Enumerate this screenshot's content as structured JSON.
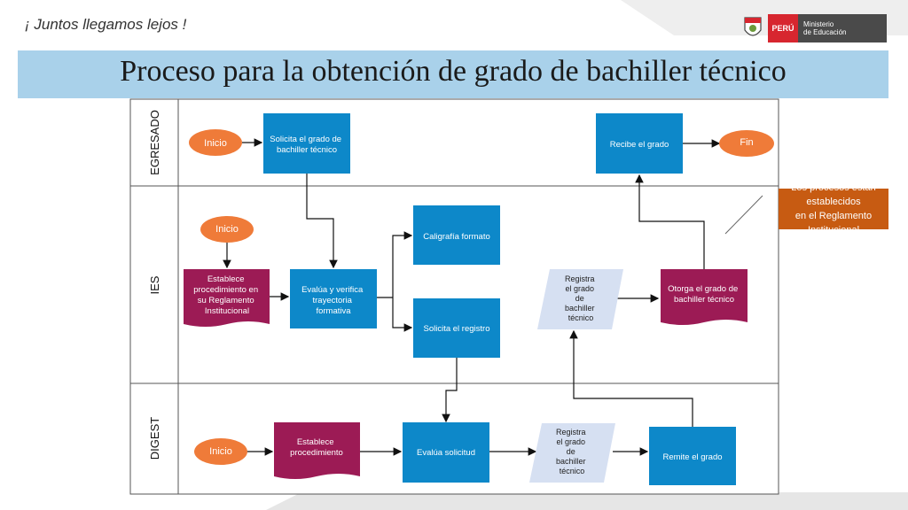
{
  "header": {
    "slogan": "¡ Juntos llegamos lejos !",
    "logo_country": "PERÚ",
    "logo_ministry_line1": "Ministerio",
    "logo_ministry_line2": "de Educación"
  },
  "title": "Proceso para la obtención de grado de bachiller técnico",
  "lanes": [
    "EGRESADO",
    "IES",
    "DIGEST"
  ],
  "nodes": {
    "egr_inicio": "Inicio",
    "egr_solicita": [
      "Solicita el grado de",
      "bachiller técnico"
    ],
    "egr_recibe": "Recibe el grado",
    "egr_fin": "Fin",
    "ies_inicio": "Inicio",
    "ies_establece": [
      "Establece",
      "procedimiento en",
      "su Reglamento",
      "Institucional"
    ],
    "ies_evalua": [
      "Evalúa y verifica",
      "trayectoria",
      "formativa"
    ],
    "ies_caligrafia": "Caligrafía formato",
    "ies_solicita_registro": "Solicita el registro",
    "ies_registra": [
      "Registra",
      "el grado",
      "de",
      "bachiller",
      "técnico"
    ],
    "ies_otorga": [
      "Otorga el grado de",
      "bachiller técnico"
    ],
    "dig_inicio": "Inicio",
    "dig_establece": [
      "Establece",
      "procedimiento"
    ],
    "dig_evalua": "Evalúa solicitud",
    "dig_registra": [
      "Registra",
      "el grado",
      "de",
      "bachiller",
      "técnico"
    ],
    "dig_remite": "Remite el grado"
  },
  "note": [
    "Los procesos están establecidos",
    "en el Reglamento Institucional"
  ],
  "colors": {
    "process_blue": "#0d88c9",
    "terminator_orange": "#ef7b39",
    "document_maroon": "#9c1b55",
    "data_lightblue": "#d6e0f2",
    "note_orange": "#c75b12",
    "title_band": "#a9d1ea"
  }
}
